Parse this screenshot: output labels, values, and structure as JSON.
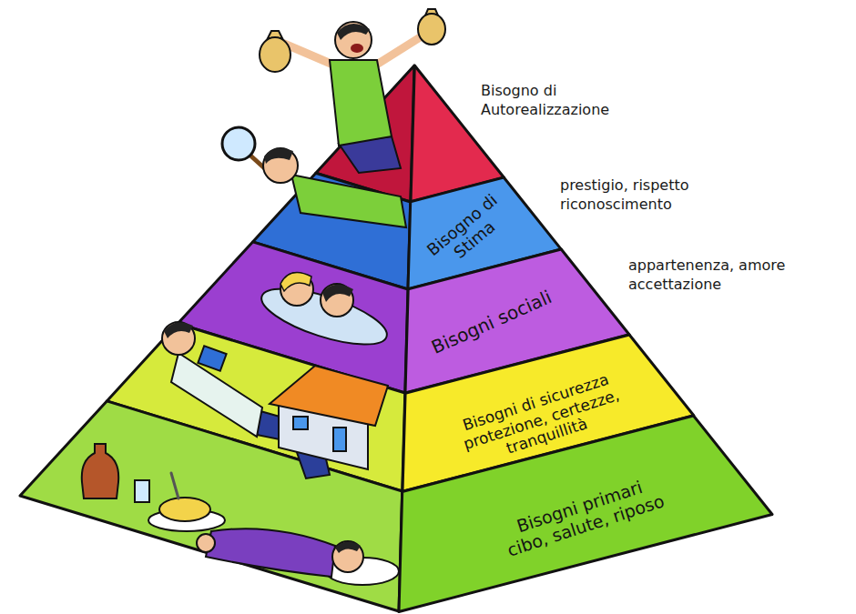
{
  "diagram": {
    "nodes": [
      {
        "text": [
          "Bisogno di Autorealizzazione"
        ]
      },
      {
        "text": [
          "Bisogno di Stima",
          "prestigio, rispetto riconoscimento"
        ]
      },
      {
        "text": [
          "Bisogni sociali",
          "appartenenza, amore accettazione"
        ]
      },
      {
        "text": [
          "Bisogni di sicurezza",
          "protezione, certezze, tranquillità"
        ]
      },
      {
        "text": [
          "Bisogni primari",
          "cibo, salute, riposo"
        ]
      }
    ]
  }
}
